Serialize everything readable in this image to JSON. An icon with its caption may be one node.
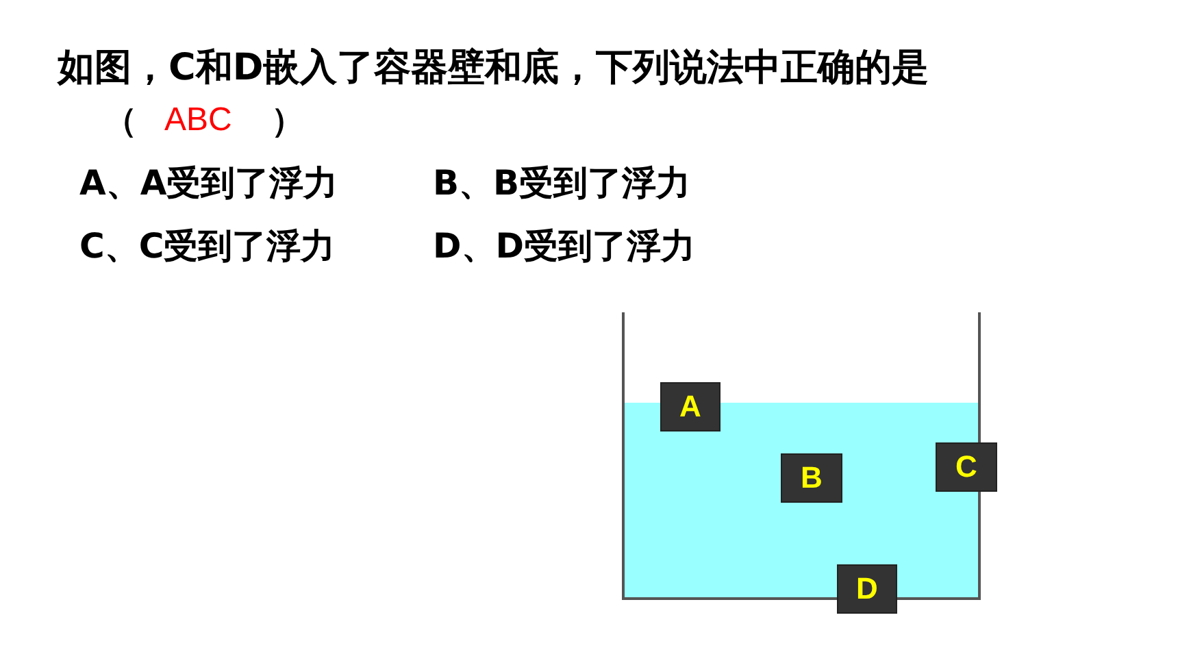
{
  "diagram": {
    "nodes": [
      {
        "text": [
          "A"
        ]
      },
      {
        "text": [
          "B"
        ]
      },
      {
        "text": [
          "C"
        ]
      },
      {
        "text": [
          "D"
        ]
      }
    ],
    "labels": [
      "如图，C和D嵌入了容器壁和底，下列说法中正确的是",
      "（",
      "ABC",
      "）",
      "A、A受到了浮力",
      "B、B受到了浮力",
      "C、C受到了浮力",
      "D、D受到了浮力"
    ]
  }
}
